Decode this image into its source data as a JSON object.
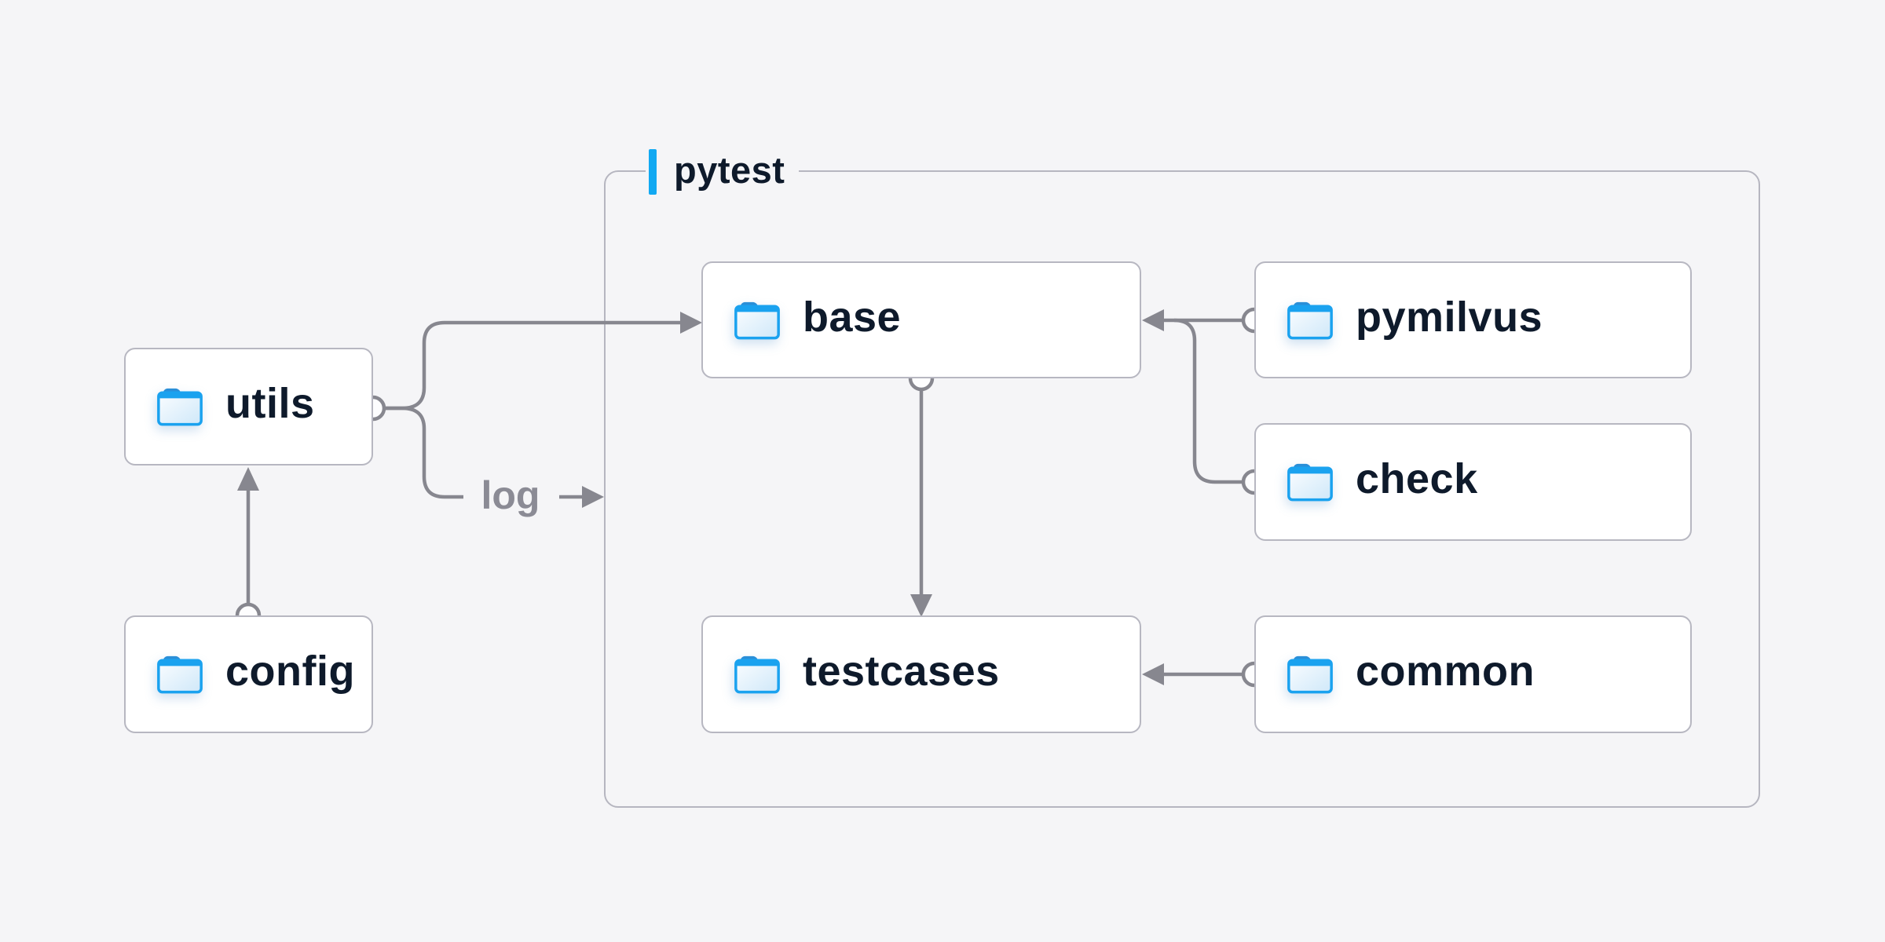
{
  "diagram": {
    "background": "#f5f5f7",
    "group": {
      "label": "pytest",
      "accent_color": "#12a9f2"
    },
    "nodes": {
      "utils": {
        "label": "utils"
      },
      "config": {
        "label": "config"
      },
      "base": {
        "label": "base"
      },
      "testcases": {
        "label": "testcases"
      },
      "pymilvus": {
        "label": "pymilvus"
      },
      "check": {
        "label": "check"
      },
      "common": {
        "label": "common"
      }
    },
    "edges": [
      {
        "from": "config",
        "to": "utils",
        "label": ""
      },
      {
        "from": "utils",
        "to": "base",
        "label": ""
      },
      {
        "from": "utils",
        "to": "pytest-group",
        "label": "log"
      },
      {
        "from": "pymilvus",
        "to": "base",
        "label": ""
      },
      {
        "from": "check",
        "to": "base",
        "label": ""
      },
      {
        "from": "base",
        "to": "testcases",
        "label": ""
      },
      {
        "from": "common",
        "to": "testcases",
        "label": ""
      }
    ],
    "colors": {
      "line": "#87878f",
      "box_border": "#b7b7c1",
      "box_bg": "#ffffff",
      "text": "#0e1a2b",
      "muted_text": "#8b8b95",
      "folder_blue": "#1aa2ef",
      "folder_tab": "#2a8fd8"
    }
  }
}
